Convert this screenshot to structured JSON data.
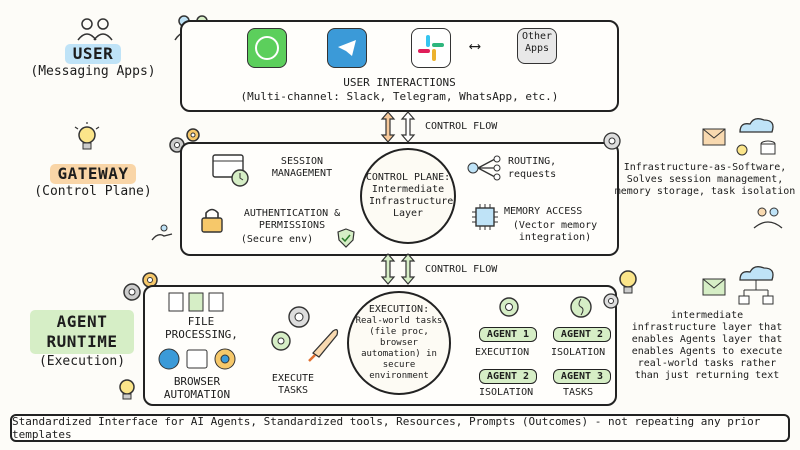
{
  "tiers": {
    "user": {
      "title": "USER",
      "subtitle": "(Messaging Apps)",
      "color": "#bfe3f7"
    },
    "gateway": {
      "title": "GATEWAY",
      "subtitle": "(Control Plane)",
      "color": "#f9d5a7"
    },
    "runtime": {
      "title": "AGENT RUNTIME",
      "subtitle": "(Execution)",
      "color": "#d6eec6"
    }
  },
  "user_box": {
    "other_apps": "Other Apps",
    "interactions_title": "USER INTERACTIONS",
    "interactions_sub": "(Multi-channel: Slack, Telegram, WhatsApp, etc.)"
  },
  "flows": {
    "top": "CONTROL FLOW",
    "bottom": "CONTROL FLOW"
  },
  "gateway_box": {
    "session": "SESSION MANAGEMENT",
    "auth": "AUTHENTICATION & PERMISSIONS",
    "auth_sub": "(Secure env)",
    "control_plane": "CONTROL PLANE:",
    "control_plane_sub": "Intermediate Infrastructure Layer",
    "routing": "ROUTING,",
    "routing_sub": "requests",
    "memory": "MEMORY ACCESS",
    "memory_sub": "(Vector memory integration)"
  },
  "runtime_box": {
    "file_processing": "FILE PROCESSING,",
    "browser_automation": "BROWSER AUTOMATION",
    "execute_tasks": "EXECUTE TASKS",
    "execution_title": "EXECUTION:",
    "execution_sub": "Real-world tasks (file proc, browser automation) in secure environment",
    "agents": [
      {
        "label": "AGENT 1",
        "sub": "EXECUTION"
      },
      {
        "label": "AGENT 2",
        "sub": "ISOLATION"
      },
      {
        "label": "AGENT 2",
        "sub": "ISOLATION"
      },
      {
        "label": "AGENT 3",
        "sub": "TASKS"
      }
    ]
  },
  "notes": {
    "gateway_note": "Infrastructure-as-Software, Solves session management, memory storage, task isolation",
    "runtime_note": "intermediate infrastructure layer that enables Agents layer that enables Agents to execute real-world tasks rather than just returning text"
  },
  "footer": "Standardized Interface for AI Agents, Standardized tools, Resources, Prompts (Outcomes) - not repeating any prior templates"
}
